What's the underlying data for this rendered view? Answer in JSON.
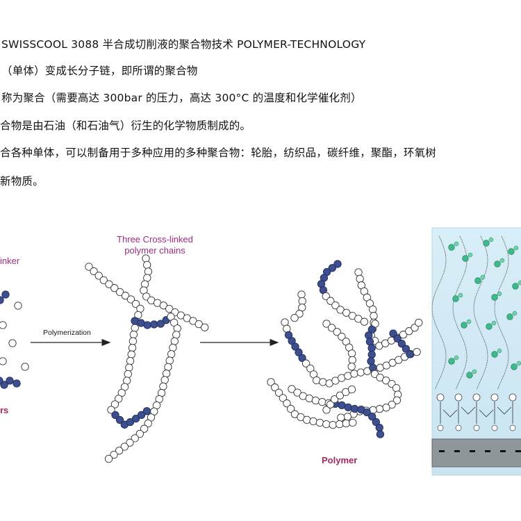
{
  "text": {
    "line1": "SWISSCOOL 3088 半合成切削液的聚合物技术 POLYMER-TECHNOLOGY",
    "line2": "（单体）变成长分子链，即所谓的聚合物",
    "line3": "称为聚合（需要高达 300bar 的压力，高达 300°C 的温度和化学催化剂）",
    "line4": "合物是由石油（和石油气）衍生的化学物质制成的。",
    "line5": "合各种单体，可以制备用于多种应用的多种聚合物：轮胎，纺织品，碳纤维，聚酯，环氧树",
    "line6": "新物质。"
  },
  "diagram": {
    "linker_label_partial": "inker",
    "monomers_label_partial": "rs",
    "polymerization_label": "Polymerization",
    "crosslinked_label_line1": "Three Cross-linked",
    "crosslinked_label_line2": "polymer chains",
    "polymer_label": "Polymer"
  },
  "colors": {
    "bead_dark": "#3d4f8f",
    "bead_light": "#ffffff",
    "caption_purple": "#9b2b7e",
    "polymer_label": "#a0285f",
    "panel_bg": "#d6ecf6",
    "particle_green": "#3fb98a",
    "substrate_grey": "#8f9699"
  }
}
